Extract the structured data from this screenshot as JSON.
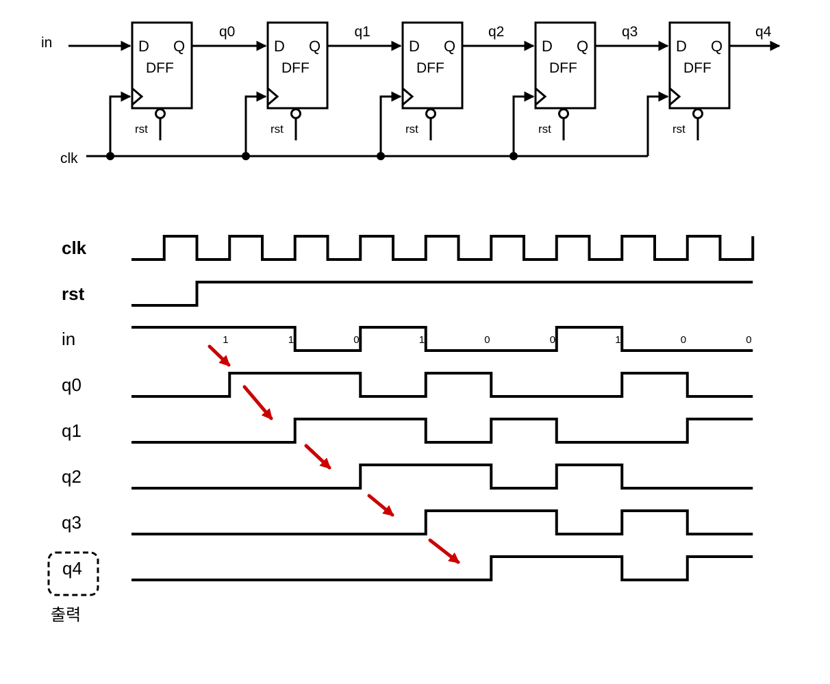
{
  "schematic": {
    "input_label": "in",
    "clock_label": "clk",
    "block": {
      "name": "DFF",
      "d_pin": "D",
      "q_pin": "Q",
      "reset_label": "rst"
    },
    "outputs": [
      "q0",
      "q1",
      "q2",
      "q3",
      "q4"
    ]
  },
  "timing": {
    "signals": [
      {
        "name": "clk",
        "levels": "clock",
        "bold": true
      },
      {
        "name": "rst",
        "levels": [
          0,
          0,
          1,
          1,
          1,
          1,
          1,
          1,
          1,
          1,
          1,
          1,
          1,
          1,
          1,
          1,
          1,
          1,
          1
        ],
        "bold": true
      },
      {
        "name": "in",
        "levels": [
          1,
          1,
          1,
          1,
          1,
          0,
          0,
          1,
          1,
          0,
          0,
          0,
          0,
          1,
          1,
          0,
          0,
          0,
          0
        ],
        "bold": false
      },
      {
        "name": "q0",
        "levels": [
          0,
          0,
          0,
          1,
          1,
          1,
          1,
          0,
          0,
          1,
          1,
          0,
          0,
          0,
          0,
          1,
          1,
          0,
          0
        ],
        "bold": false
      },
      {
        "name": "q1",
        "levels": [
          0,
          0,
          0,
          0,
          0,
          1,
          1,
          1,
          1,
          0,
          0,
          1,
          1,
          0,
          0,
          0,
          0,
          1,
          1
        ],
        "bold": false
      },
      {
        "name": "q2",
        "levels": [
          0,
          0,
          0,
          0,
          0,
          0,
          0,
          1,
          1,
          1,
          1,
          0,
          0,
          1,
          1,
          0,
          0,
          0,
          0
        ],
        "bold": false
      },
      {
        "name": "q3",
        "levels": [
          0,
          0,
          0,
          0,
          0,
          0,
          0,
          0,
          0,
          1,
          1,
          1,
          1,
          0,
          0,
          1,
          1,
          0,
          0
        ],
        "bold": false
      },
      {
        "name": "q4",
        "levels": [
          0,
          0,
          0,
          0,
          0,
          0,
          0,
          0,
          0,
          0,
          0,
          1,
          1,
          1,
          1,
          0,
          0,
          1,
          1
        ],
        "bold": false
      }
    ],
    "in_sample_values": [
      "1",
      "1",
      "0",
      "1",
      "0",
      "0",
      "1",
      "0",
      "0"
    ],
    "output_note": "출력",
    "highlight_signal": "q4"
  }
}
